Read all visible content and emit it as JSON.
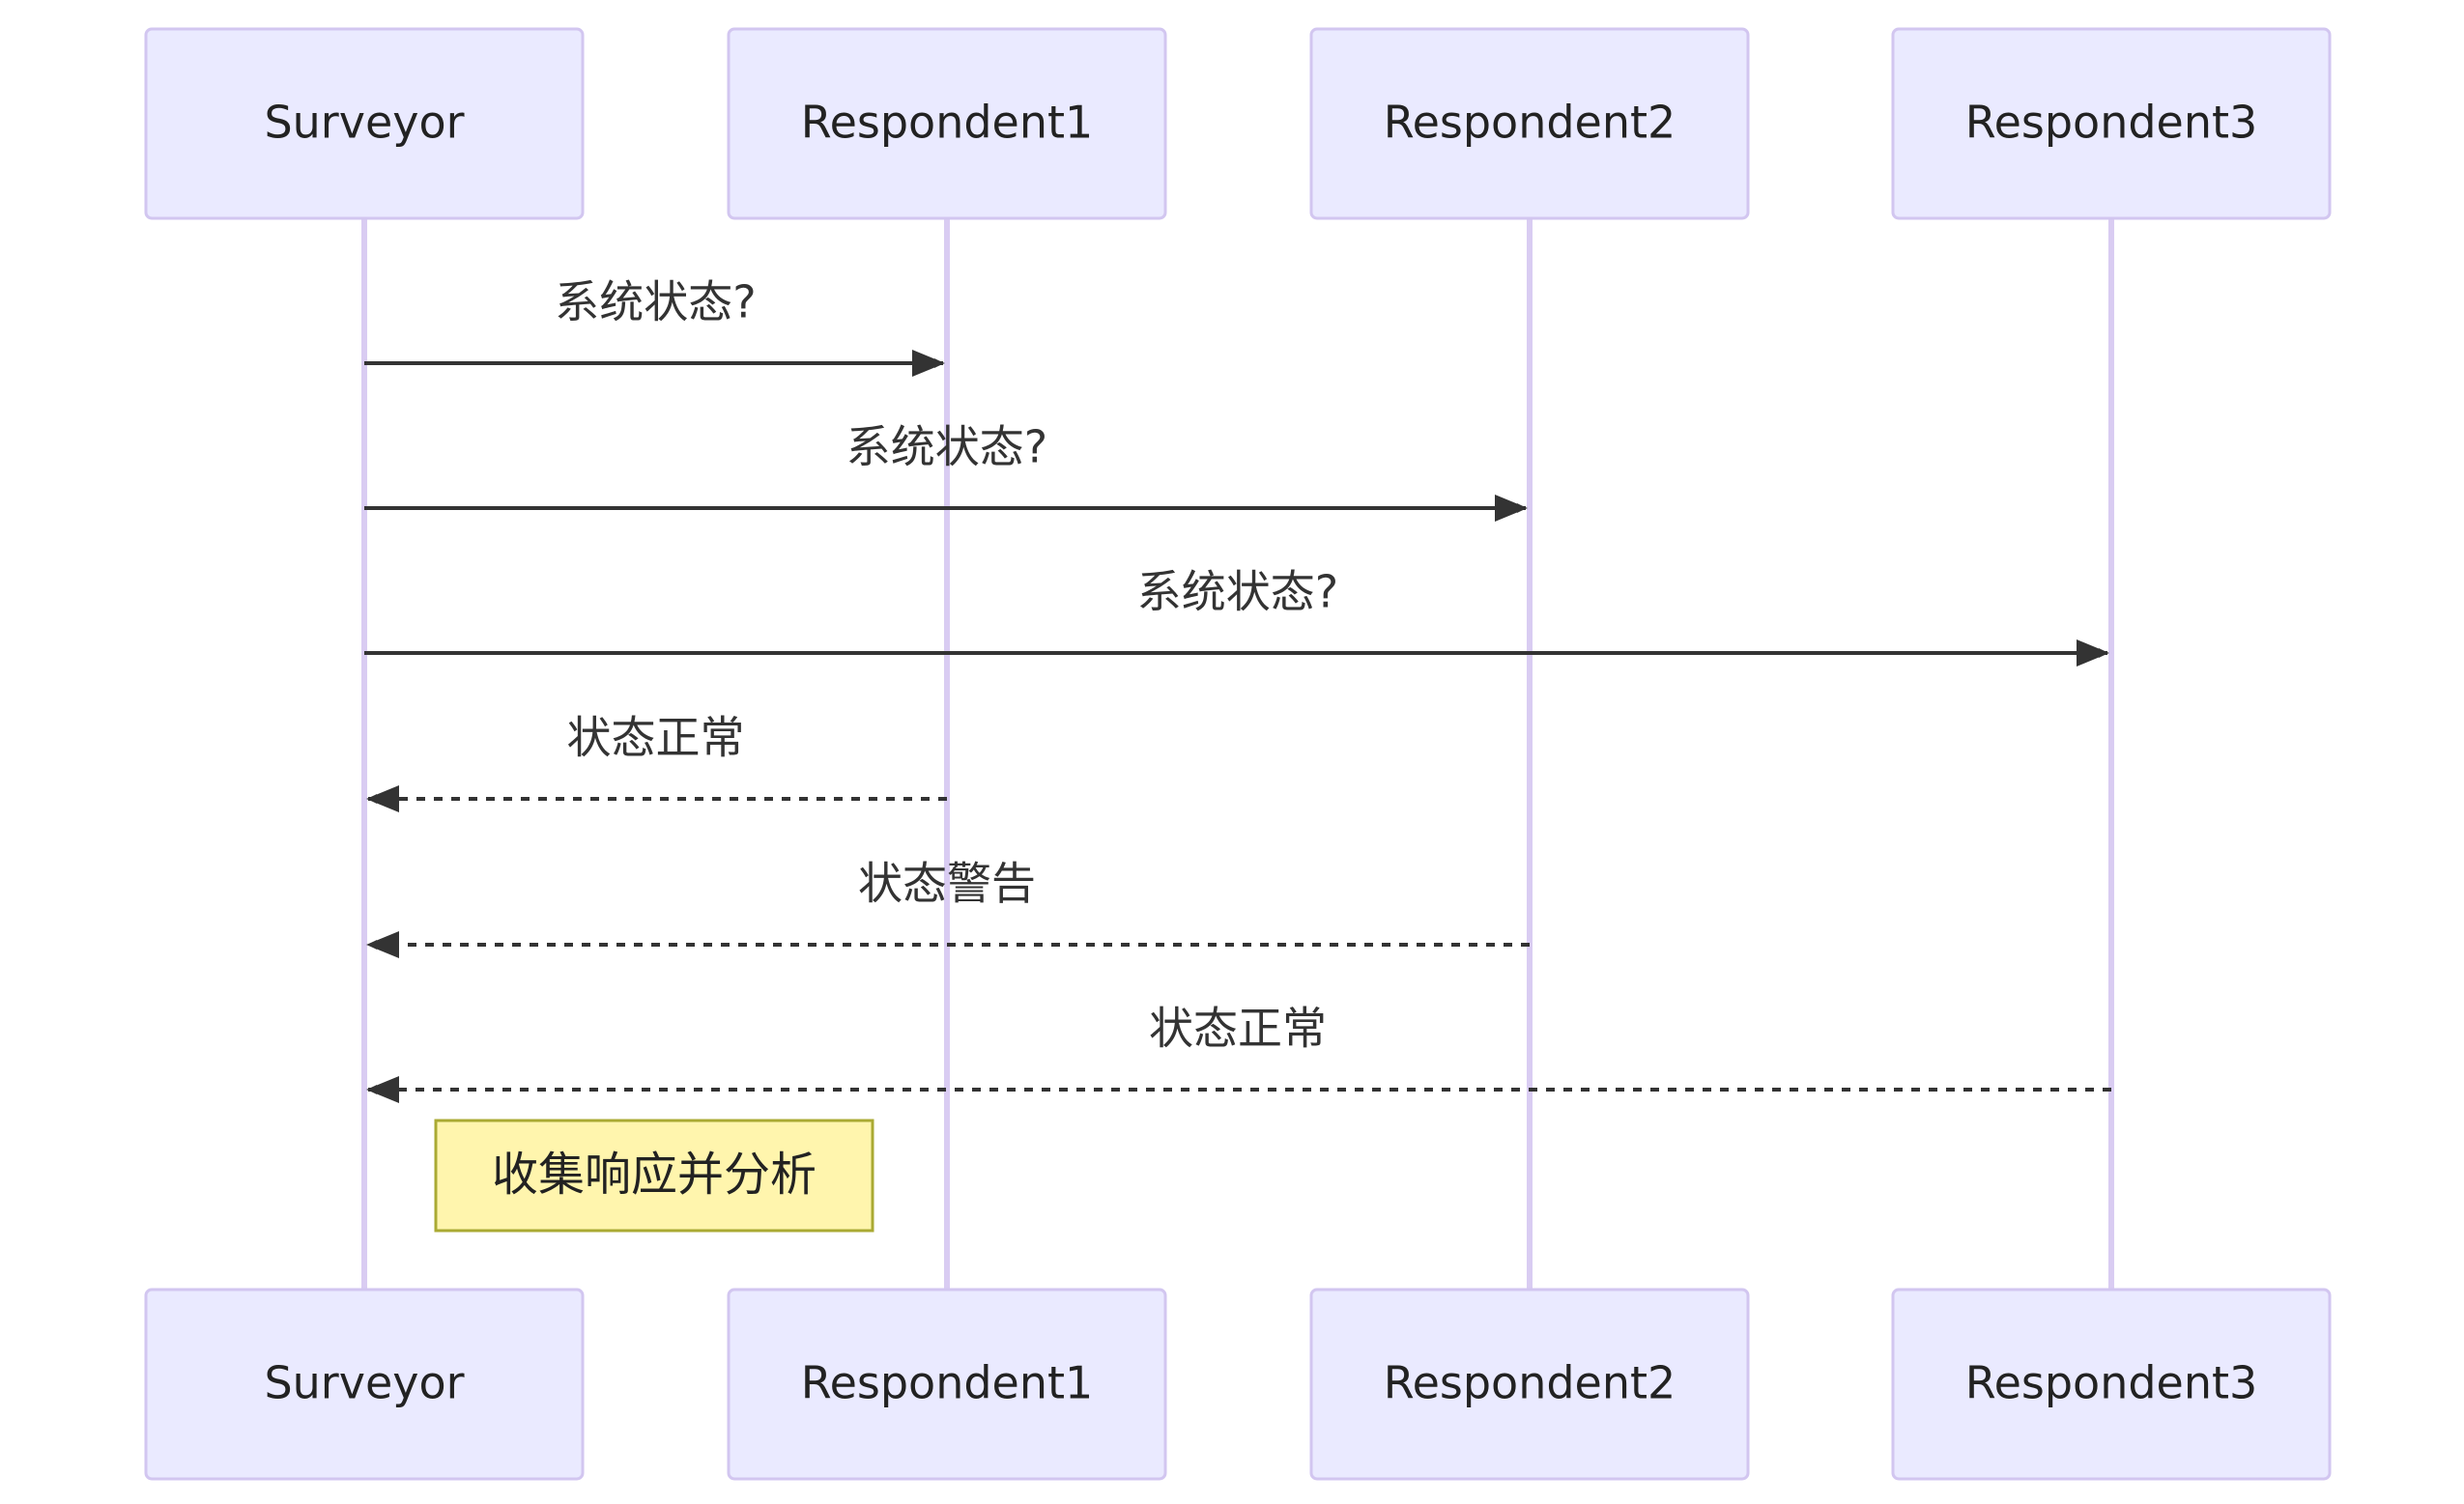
{
  "diagram": {
    "type": "sequence",
    "participants": [
      {
        "id": "surveyor",
        "label": "Surveyor"
      },
      {
        "id": "respondent1",
        "label": "Respondent1"
      },
      {
        "id": "respondent2",
        "label": "Respondent2"
      },
      {
        "id": "respondent3",
        "label": "Respondent3"
      }
    ],
    "messages": [
      {
        "from": "surveyor",
        "to": "respondent1",
        "label": "系统状态?",
        "style": "solid"
      },
      {
        "from": "surveyor",
        "to": "respondent2",
        "label": "系统状态?",
        "style": "solid"
      },
      {
        "from": "surveyor",
        "to": "respondent3",
        "label": "系统状态?",
        "style": "solid"
      },
      {
        "from": "respondent1",
        "to": "surveyor",
        "label": "状态正常",
        "style": "dashed"
      },
      {
        "from": "respondent2",
        "to": "surveyor",
        "label": "状态警告",
        "style": "dashed"
      },
      {
        "from": "respondent3",
        "to": "surveyor",
        "label": "状态正常",
        "style": "dashed"
      }
    ],
    "note": {
      "position": "right of",
      "participant": "surveyor",
      "text": "收集响应并分析"
    },
    "colors": {
      "actor_fill": "#eaeaff",
      "actor_border": "#d2c6f0",
      "lifeline": "#d9ccf2",
      "message": "#333333",
      "note_fill": "#fff5ad",
      "note_border": "#aaaa33"
    }
  }
}
